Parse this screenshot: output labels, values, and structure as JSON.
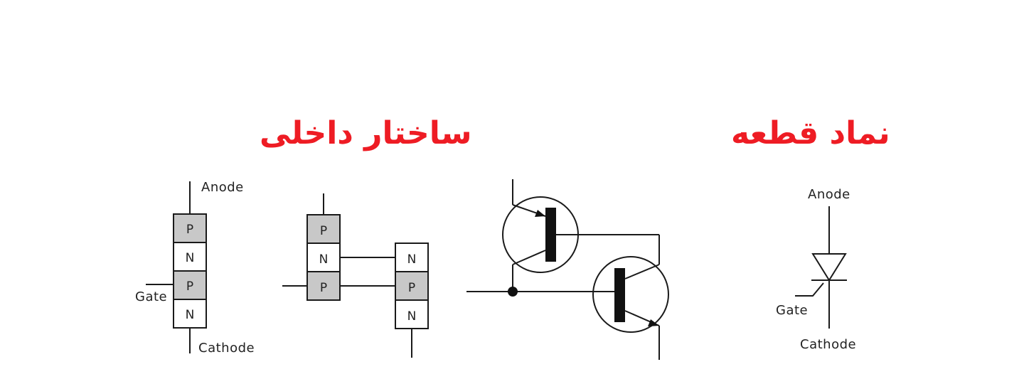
{
  "titles": {
    "internal_structure": "ساختار داخلی",
    "device_symbol": "نماد قطعه"
  },
  "terminals": {
    "anode": "Anode",
    "gate": "Gate",
    "cathode": "Cathode"
  },
  "layers": {
    "p": "P",
    "n": "N"
  },
  "colors": {
    "title": "#ee1c24",
    "p_layer_fill": "#c8c8c8",
    "n_layer_fill": "#ffffff",
    "line": "#1a1a1a"
  }
}
